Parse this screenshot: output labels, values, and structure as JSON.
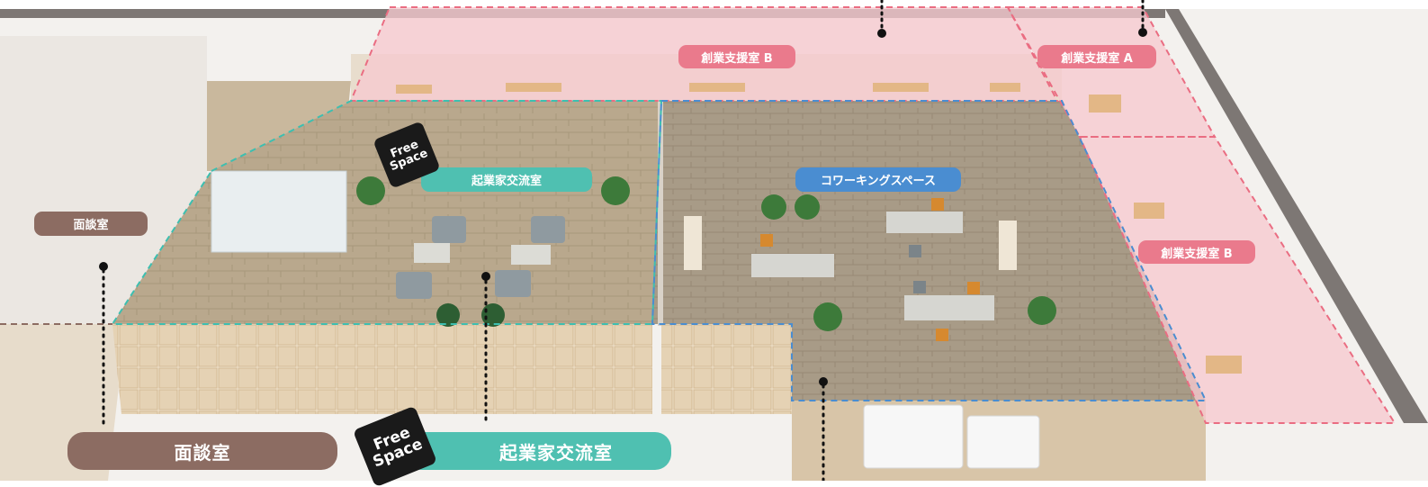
{
  "labels": {
    "sogyo_b_top": "創業支援室 B",
    "sogyo_a": "創業支援室 A",
    "sogyo_b_right": "創業支援室 B",
    "kigyoka_top": "起業家交流室",
    "coworking": "コワーキングスペース",
    "mendan_left": "面談室",
    "mendan_bottom": "面談室",
    "kigyoka_bottom": "起業家交流室"
  },
  "free_space": {
    "line1": "Free",
    "line2": "Space"
  },
  "colors": {
    "pink": "#ea7a8c",
    "teal": "#4fc0b1",
    "blue": "#4a8dd1",
    "brown": "#8c6c62",
    "free_badge": "#1a1a1a"
  }
}
